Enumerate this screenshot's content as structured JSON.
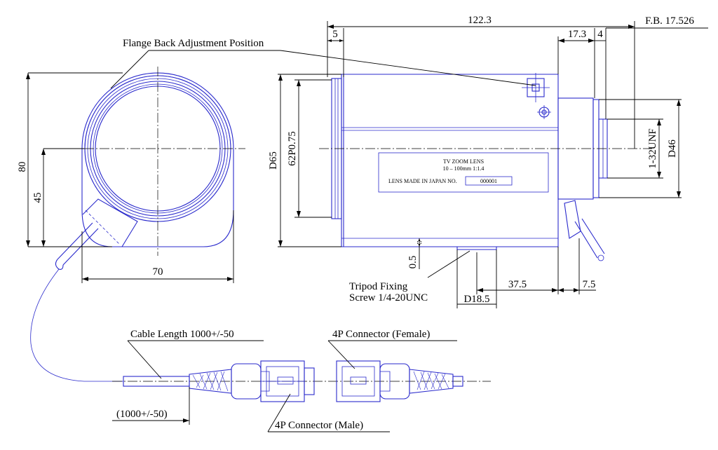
{
  "labels": {
    "flange_back": "Flange Back Adjustment Position",
    "tripod": "Tripod Fixing",
    "tripod_screw": "Screw 1/4-20UNC",
    "cable_length": "Cable Length 1000+/-50",
    "cable_length_short": "(1000+/-50)",
    "connector_female": "4P Connector (Female)",
    "connector_male": "4P Connector (Male)"
  },
  "dimensions": {
    "overall_length": "122.3",
    "front_offset": "5",
    "rear_len": "17.3",
    "rear_gap": "4",
    "flange_back": "F.B. 17.526",
    "height": "80",
    "center_height": "45",
    "width": "70",
    "body_dia": "D65",
    "thread": "62P0.75",
    "mount_thread": "1-32UNF",
    "mount_dia": "D46",
    "tripod_offset": "0.5",
    "tripod_dia": "D18.5",
    "tripod_pos": "37.5",
    "rear_offset": "7.5"
  },
  "plate": {
    "title": "TV ZOOM LENS",
    "spec": "10 – 100mm 1:1.4",
    "made_in": "LENS MADE IN JAPAN NO.",
    "serial": "000001"
  }
}
